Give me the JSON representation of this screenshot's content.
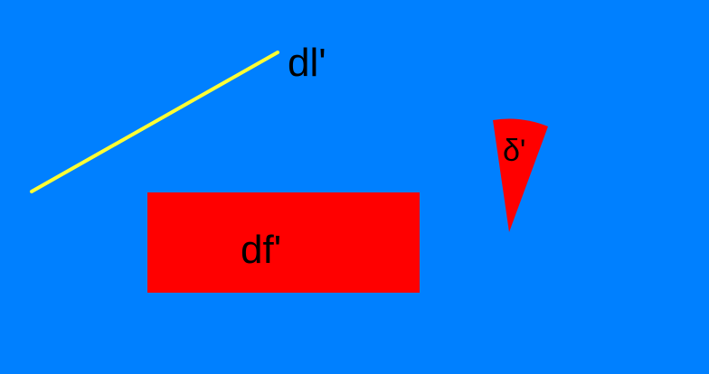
{
  "background_color": "#0080FF",
  "line": {
    "label": "dl'",
    "color": "#FFFF33"
  },
  "rectangle": {
    "label": "df'",
    "color": "#FF0000"
  },
  "wedge": {
    "label": "δ'",
    "color": "#FF0000"
  }
}
